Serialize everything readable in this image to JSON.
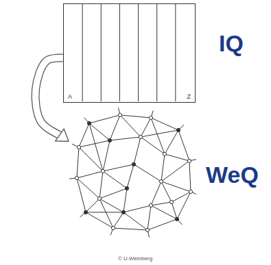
{
  "diagram": {
    "nodes": [
      {
        "text": [
          "IQ",
          "A",
          "Z"
        ]
      },
      {
        "text": [
          "WeQ"
        ]
      }
    ],
    "edges": [
      {
        "from": 0,
        "to": 1,
        "arrow": "to"
      }
    ],
    "labels": [
      "© U.Weinberg"
    ]
  }
}
